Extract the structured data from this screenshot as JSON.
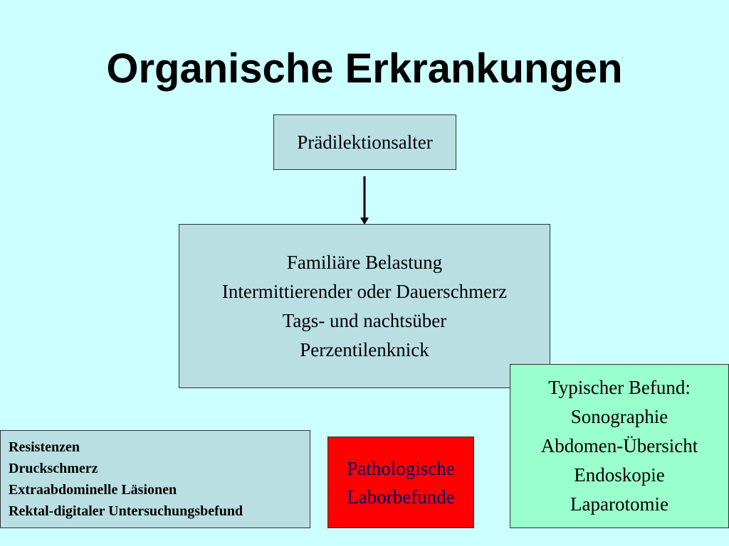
{
  "title": "Organische Erkrankungen",
  "boxes": {
    "top": {
      "lines": [
        "Prädilektionsalter"
      ]
    },
    "main": {
      "lines": [
        "Familiäre Belastung",
        "Intermittierender oder Dauerschmerz",
        "Tags- und nachtsüber",
        "Perzentilenknick"
      ]
    },
    "findings": {
      "lines": [
        "Typischer Befund:",
        "Sonographie",
        "Abdomen-Übersicht",
        "Endoskopie",
        "Laparotomie"
      ]
    },
    "lab": {
      "lines": [
        "Pathologische",
        "Laborbefunde"
      ]
    },
    "left": {
      "lines": [
        "Resistenzen",
        "Druckschmerz",
        "Extraabdominelle Läsionen",
        "Rektal-digitaler Untersuchungsbefund"
      ]
    }
  },
  "colors": {
    "background": "#ccffff",
    "box_blue": "#b9dfe3",
    "box_green": "#99ffcc",
    "box_red": "#ff0000",
    "lab_text": "#000066"
  }
}
